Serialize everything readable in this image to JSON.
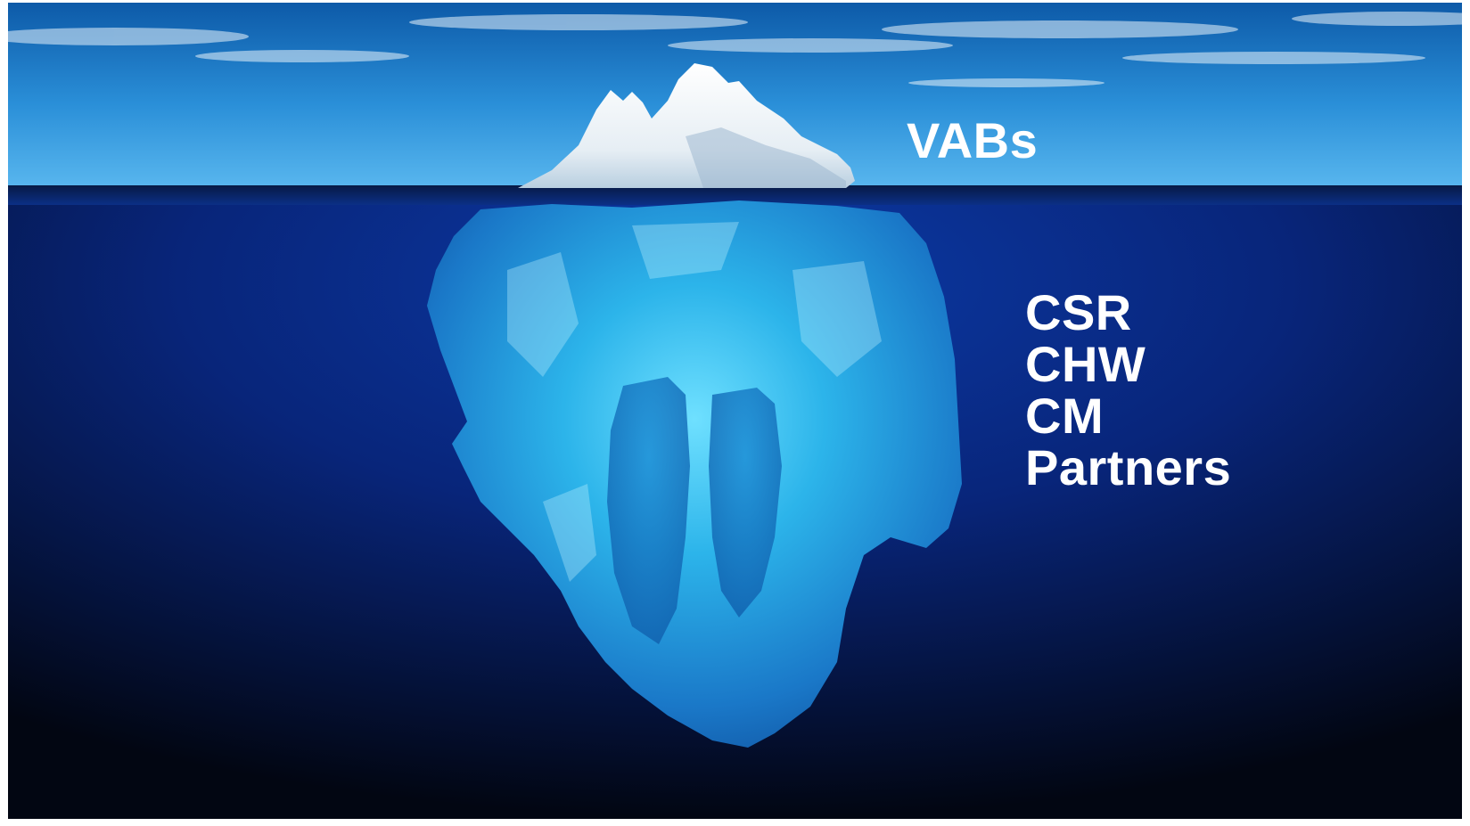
{
  "slide": {
    "above_water_label": "VABs",
    "below_water_labels": [
      "CSR",
      "CHW",
      "CM",
      "Partners"
    ]
  },
  "colors": {
    "sky_top": "#0f5fae",
    "sky_horizon": "#4aa8e6",
    "ocean_top": "#0b2f8a",
    "ocean_deep": "#020818",
    "ice_above": "#f4f8fb",
    "ice_below": "#2fb5e8",
    "text": "#ffffff"
  }
}
